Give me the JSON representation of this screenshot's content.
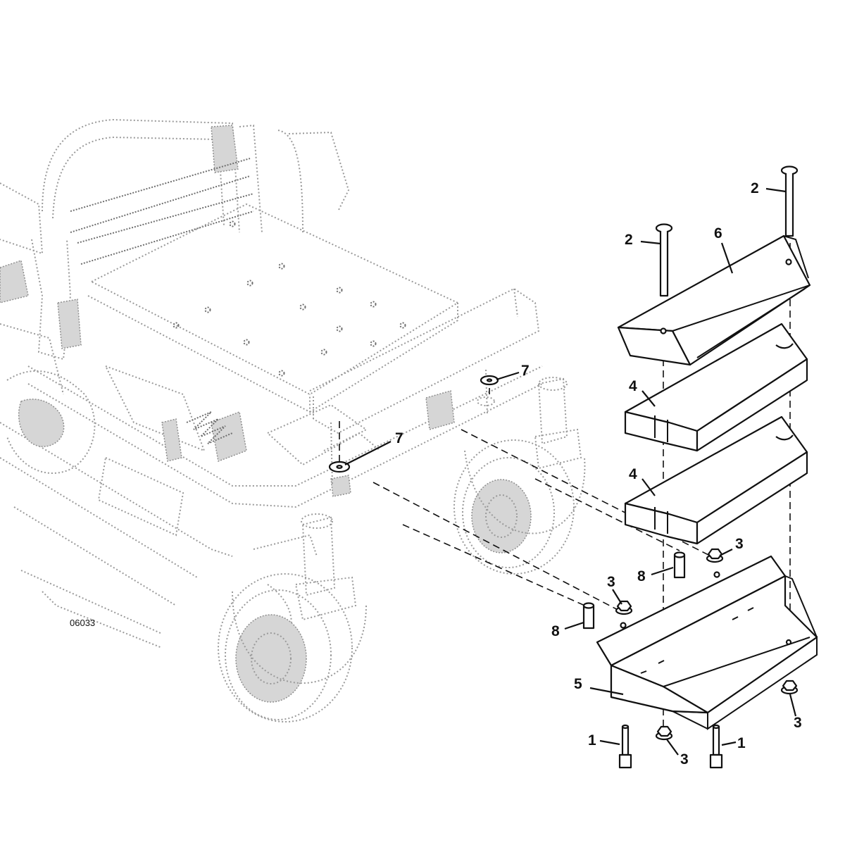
{
  "figure_number": "06033",
  "callouts": {
    "c1a": "1",
    "c1b": "1",
    "c2a": "2",
    "c2b": "2",
    "c3a": "3",
    "c3b": "3",
    "c3c": "3",
    "c3d": "3",
    "c4a": "4",
    "c4b": "4",
    "c5": "5",
    "c6": "6",
    "c7a": "7",
    "c7b": "7",
    "c8a": "8",
    "c8b": "8"
  }
}
